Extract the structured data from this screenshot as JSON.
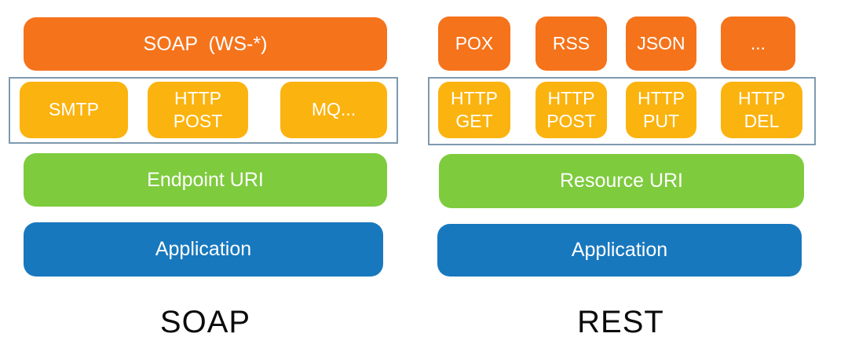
{
  "colors": {
    "orange": "#F5731B",
    "yellow": "#FBB30F",
    "green": "#7ECB3E",
    "blue": "#1878BE",
    "frame_border": "#7E9AAF",
    "caption_text": "#0B0B0B",
    "box_text": "#FFFFFF"
  },
  "soap_stack": {
    "protocol_bar": "SOAP  (WS-*)",
    "transports": [
      {
        "label": "SMTP"
      },
      {
        "label": "HTTP\nPOST"
      },
      {
        "label": "MQ..."
      }
    ],
    "uri_bar": "Endpoint URI",
    "app_bar": "Application",
    "caption": "SOAP"
  },
  "rest_stack": {
    "formats": [
      {
        "label": "POX"
      },
      {
        "label": "RSS"
      },
      {
        "label": "JSON"
      },
      {
        "label": "..."
      }
    ],
    "verbs": [
      {
        "label": "HTTP\nGET"
      },
      {
        "label": "HTTP\nPOST"
      },
      {
        "label": "HTTP\nPUT"
      },
      {
        "label": "HTTP\nDEL"
      }
    ],
    "uri_bar": "Resource URI",
    "app_bar": "Application",
    "caption": "REST"
  }
}
